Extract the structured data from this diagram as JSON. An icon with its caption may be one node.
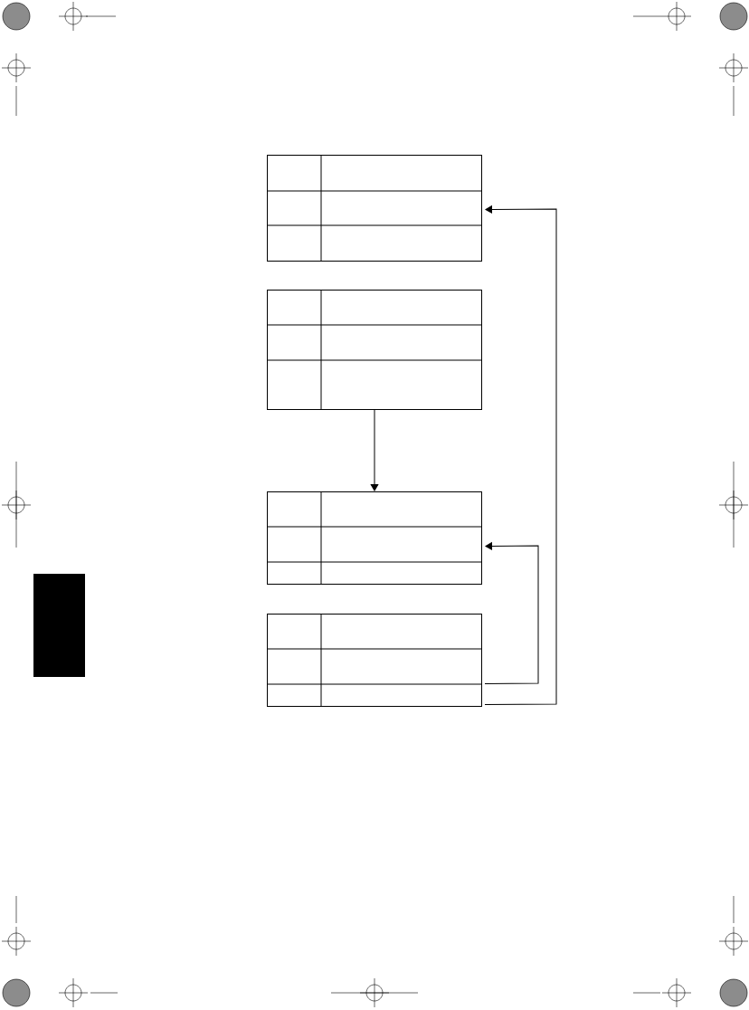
{
  "diagram": {
    "nodes": [
      {
        "text": [],
        "shape": "box"
      },
      {
        "text": [],
        "shape": "box"
      },
      {
        "text": [],
        "shape": "box"
      },
      {
        "text": [],
        "shape": "box"
      }
    ],
    "edges": [
      {
        "from": 1,
        "to": 2,
        "arrow": "to"
      },
      {
        "from": 3,
        "to": 2,
        "arrow": "to"
      },
      {
        "from": 3,
        "to": 0,
        "arrow": "to"
      }
    ]
  }
}
